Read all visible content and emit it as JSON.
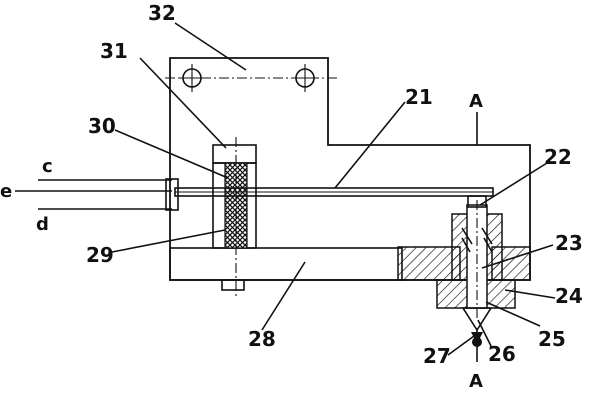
{
  "figure": {
    "part_labels": {
      "p32": "32",
      "p31": "31",
      "p30": "30",
      "p29": "29",
      "p28": "28",
      "p21": "21",
      "p22": "22",
      "p23": "23",
      "p24": "24",
      "p25": "25",
      "p26": "26",
      "p27": "27"
    },
    "side_labels": {
      "c": "c",
      "e": "e",
      "d": "d"
    },
    "section_marks": {
      "top": "A",
      "bottom": "A"
    }
  }
}
